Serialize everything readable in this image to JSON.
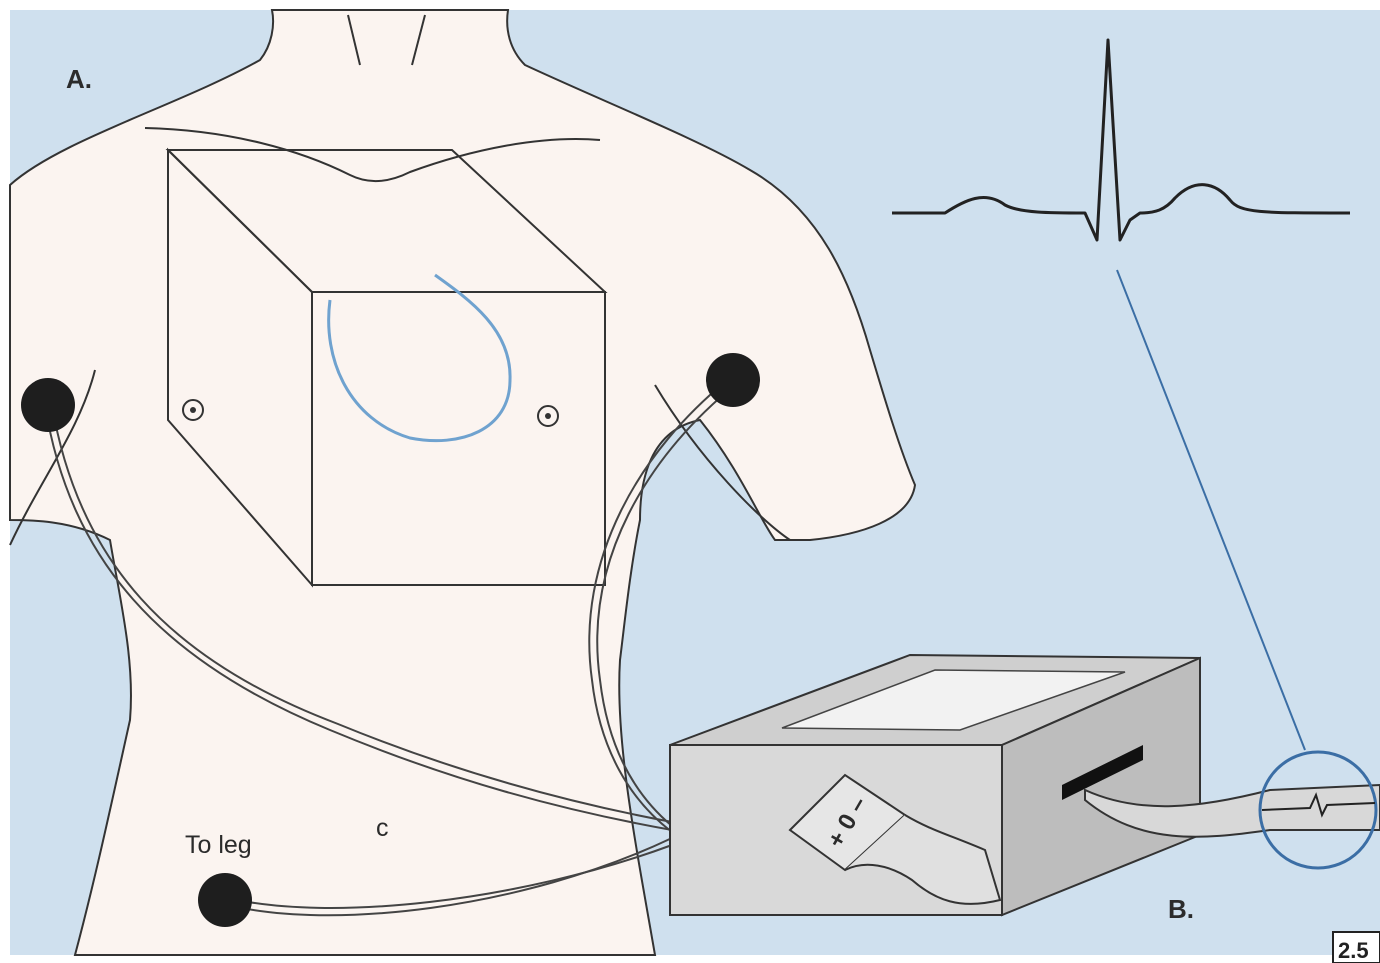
{
  "figure": {
    "panel_a_label": "A.",
    "panel_b_label": "B.",
    "to_leg_label": "To leg",
    "small_marker_left": "○",
    "small_marker_right": "○",
    "small_marker_abdomen": "c",
    "page_number": "2.5",
    "switch_symbols": "+ 0 –"
  },
  "colors": {
    "background": "#cfe0ee",
    "skin": "#fbf4f0",
    "outline": "#333333",
    "heart": "#6fa2cf",
    "electrode": "#1e1e1e",
    "device_top": "#cfcfcf",
    "device_front": "#d9d9d9",
    "device_side": "#bdbdbd",
    "zoom_circle": "#3b6ea5"
  },
  "icons": [
    "electrode-icon",
    "ecg-waveform-icon",
    "heart-outline-icon",
    "switch-icon",
    "magnifier-circle-icon"
  ]
}
